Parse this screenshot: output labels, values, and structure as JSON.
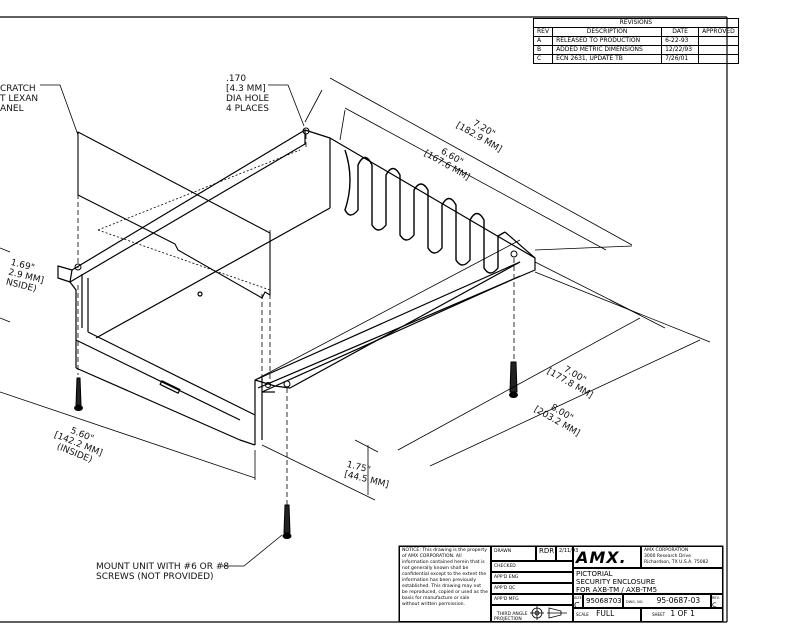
{
  "revisions": {
    "title": "REVISIONS",
    "headers": [
      "REV",
      "DESCRIPTION",
      "DATE",
      "APPROVED"
    ],
    "rows": [
      {
        "rev": "A",
        "desc": "RELEASED TO PRODUCTION",
        "date": "6-22-93",
        "approved": ""
      },
      {
        "rev": "B",
        "desc": "ADDED METRIC DIMENSIONS",
        "date": "12/22/93",
        "approved": ""
      },
      {
        "rev": "C",
        "desc": "ECN 2631, UPDATE TB",
        "date": "7/26/01",
        "approved": ""
      }
    ]
  },
  "callouts": {
    "scratch": "CRATCH\nT LEXAN\nANEL",
    "hole": ".170\n[4.3 MM]\nDIA HOLE\n4 PLACES",
    "dim_720": "7.20\"\n[182.9 MM]",
    "dim_660": "6.60\"\n[167.6 MM]",
    "dim_169": "1.69\"\n2.9 MM]\nNSIDE)",
    "dim_700": "7.00\"\n[177.8 MM]",
    "dim_800": "8.00\"\n[203.2 MM]",
    "dim_560": "5.60\"\n[142.2 MM]\n(INSIDE)",
    "dim_175": "1.75\"\n[44.5 MM]",
    "mount": "MOUNT UNIT WITH #6 OR #8\nSCREWS (NOT PROVIDED)"
  },
  "title_block": {
    "notice": "NOTICE: This drawing is the property of AMX CORPORATION. All information contained herein that is not generally known shall be confidential except to the extent the information has been previously established. This drawing may not be reproduced, copied or used as the basis for manufacture or sale without written permission.",
    "drawn_label": "DRAWN",
    "drawn_by": "RDR",
    "drawn_date": "2/11/93",
    "checked_label": "CHECKED",
    "appd_eng_label": "APP'D ENG",
    "appd_qc_label": "APP'D QC",
    "appd_mfg_label": "APP'D MFG",
    "projection_label": "THIRD ANGLE\nPROJECTION",
    "logo": "AMX.",
    "company": "AMX CORPORATION",
    "address1": "3000 Research Drive",
    "address2": "Richardson, TX U.S.A. 75082",
    "title": "PICTORIAL\nSECURITY ENCLOSURE\nFOR AXB-TM / AXB-TM5",
    "size_label": "SIZE",
    "size": "C",
    "part_no": "95068703",
    "dwg_no_label": "DWG. NO.",
    "dwg_no": "95-0687-03",
    "rev_label": "REV.",
    "rev": "C",
    "scale_label": "SCALE",
    "scale": "FULL",
    "sheet_label": "SHEET",
    "sheet": "1 OF 1"
  }
}
